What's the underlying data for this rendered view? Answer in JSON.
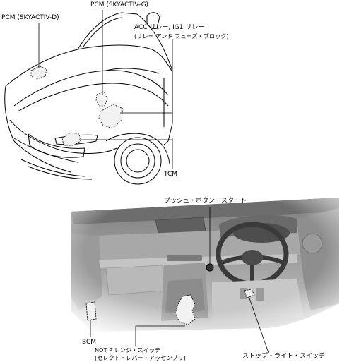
{
  "labels": {
    "pcm_skyactiv_d": "PCM (SKYACTIV-D)",
    "pcm_skyactiv_g": "PCM (SKYACTIV-G)",
    "acc_relay_line1": "ACC リレー, IG1 リレー",
    "acc_relay_line2": "(リレー アンド フューズ・ブロック)",
    "tcm": "TCM",
    "push_button_start": "プッシュ・ボタン・スタート",
    "bcm": "BCM",
    "not_p_range_line1": "NOT P レンジ・スイッチ",
    "not_p_range_line2": "(セレクト・レバー・アッセンブリ)",
    "stop_light_switch": "ストップ・ライト・スイッチ"
  },
  "colors": {
    "line": "#000000",
    "interior_dark": "#8a8a8a",
    "interior_mid": "#b3b3b3",
    "interior_light": "#d6d6d6",
    "component_fill": "#e8e8e8"
  }
}
